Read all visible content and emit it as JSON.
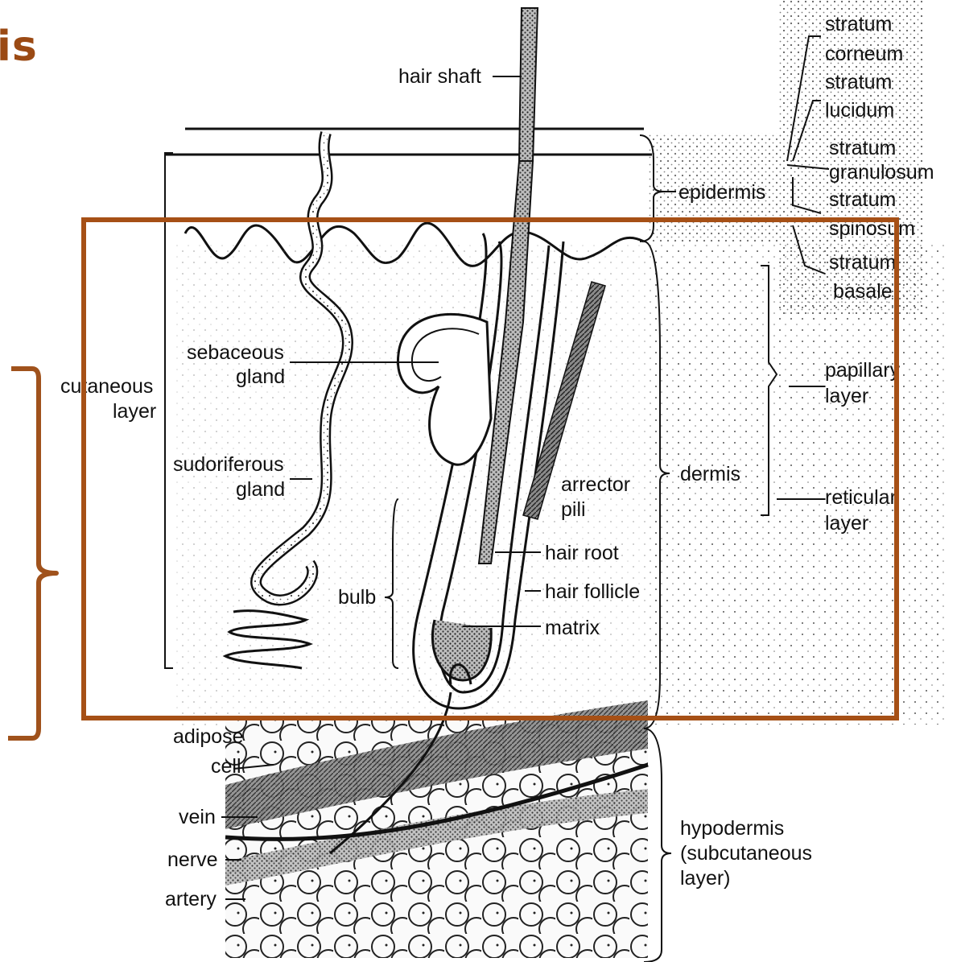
{
  "slide": {
    "title_fragment": "is",
    "accent_color": "#a0521c",
    "highlight_box_color": "#a65016"
  },
  "labels": {
    "hair_shaft": "hair shaft",
    "stratum1": "stratum",
    "corneum": "corneum",
    "stratum2": "stratum",
    "lucidum": "lucidum",
    "stratum3": "stratum",
    "granulosum": "granulosum",
    "stratum4": "stratum",
    "spinosum": "spinosum",
    "stratum5": "stratum",
    "basale": "basale",
    "epidermis": "epidermis",
    "sebaceous": "sebaceous",
    "gland1": "gland",
    "cutaneous": "cutaneous",
    "layer": "layer",
    "papillary": "papillary",
    "papillary_layer": "layer",
    "sudoriferous": "sudoriferous",
    "gland2": "gland",
    "arrector": "arrector",
    "pili": "pili",
    "dermis": "dermis",
    "reticular": "reticular",
    "reticular_layer": "layer",
    "hair_root": "hair root",
    "bulb": "bulb",
    "hair_follicle": "hair follicle",
    "matrix": "matrix",
    "adipose": "adipose",
    "cell": "cell",
    "vein": "vein",
    "hypodermis": "hypodermis",
    "subcutaneous": "(subcutaneous",
    "sub_layer": "layer)",
    "nerve": "nerve",
    "artery": "artery"
  }
}
